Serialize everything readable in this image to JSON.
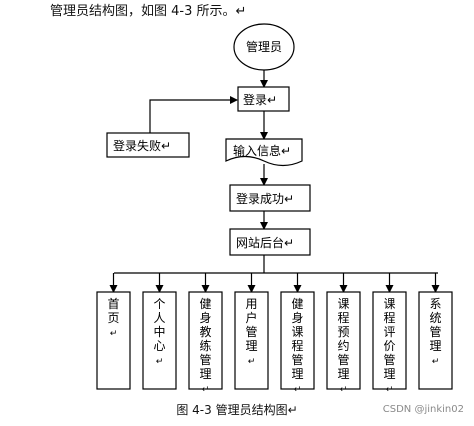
{
  "intro_text": "管理员结构图，如图 4-3 所示。↵",
  "caption": "图 4-3  管理员结构图↵",
  "watermark": "CSDN @jinkin02",
  "colors": {
    "line": "#000000",
    "box_fill": "#ffffff",
    "text": "#111111"
  },
  "nodes": {
    "start": "管理员",
    "login": "登录↵",
    "login_failed": "登录失败↵",
    "input_info": "输入信息↵",
    "login_success": "登录成功↵",
    "backend": "网站后台↵"
  },
  "modules": [
    {
      "chars": [
        "首",
        "页",
        "↵"
      ]
    },
    {
      "chars": [
        "个",
        "人",
        "中",
        "心",
        "↵"
      ]
    },
    {
      "chars": [
        "健",
        "身",
        "教",
        "练",
        "管",
        "理",
        "↵"
      ]
    },
    {
      "chars": [
        "用",
        "户",
        "管",
        "理",
        "↵"
      ]
    },
    {
      "chars": [
        "健",
        "身",
        "课",
        "程",
        "管",
        "理",
        "↵"
      ]
    },
    {
      "chars": [
        "课",
        "程",
        "预",
        "约",
        "管",
        "理",
        "↵"
      ]
    },
    {
      "chars": [
        "课",
        "程",
        "评",
        "价",
        "管",
        "理",
        "↵"
      ]
    },
    {
      "chars": [
        "系",
        "统",
        "管",
        "理",
        "↵"
      ]
    }
  ]
}
